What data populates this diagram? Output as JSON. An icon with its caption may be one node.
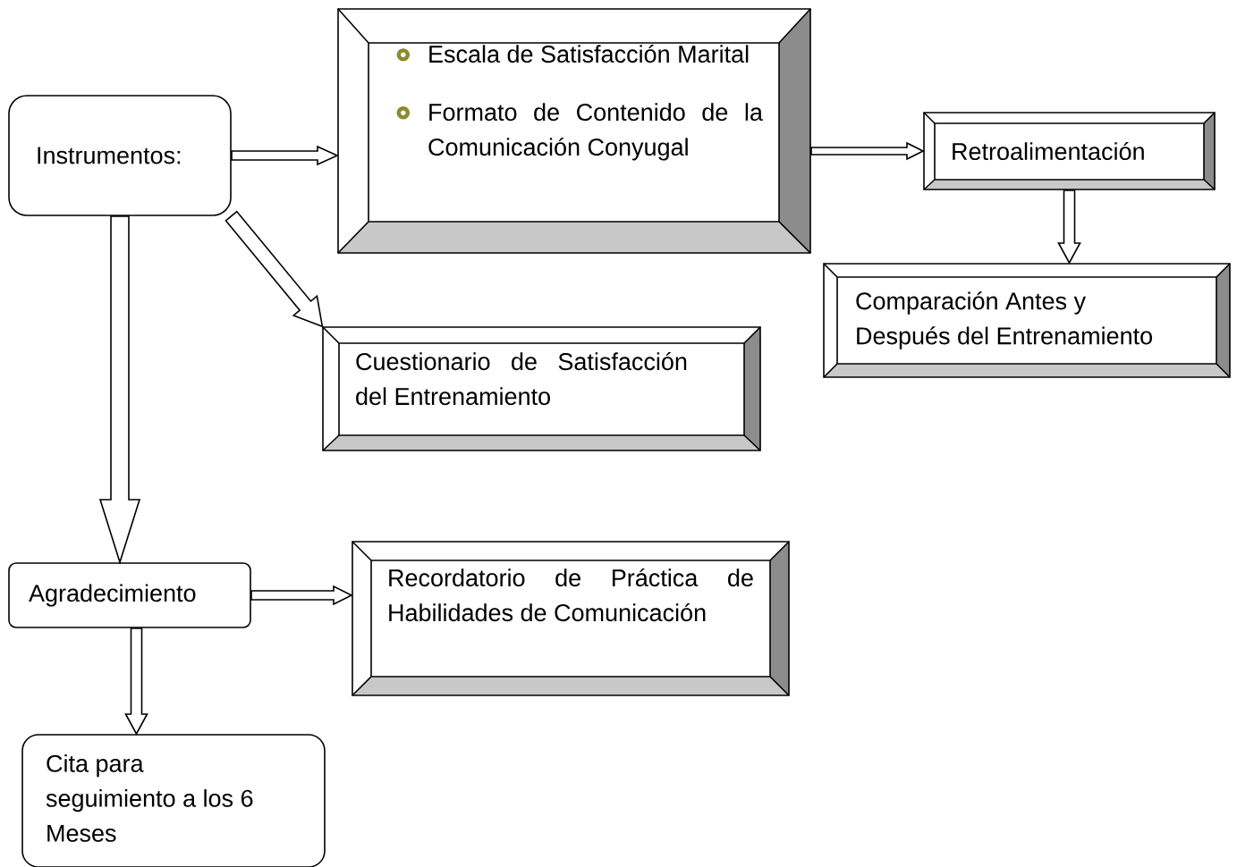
{
  "diagram": {
    "nodes": [
      {
        "text": [
          "Instrumentos:"
        ]
      },
      {
        "text": [
          "Escala de Satisfacción Marital",
          "Formato de Contenido de la Comunicación Conyugal"
        ]
      },
      {
        "text": [
          "Retroalimentación"
        ]
      },
      {
        "text": [
          "Comparación Antes y Después del Entrenamiento"
        ]
      },
      {
        "text": [
          "Cuestionario de Satisfacción del Entrenamiento"
        ]
      },
      {
        "text": [
          "Agradecimiento"
        ]
      },
      {
        "text": [
          "Recordatorio de Práctica de Habilidades de Comunicación"
        ]
      },
      {
        "text": [
          "Cita para seguimiento a los 6 Meses"
        ]
      }
    ],
    "edges": [
      {
        "from": 0,
        "to": 1,
        "arrow": "to"
      },
      {
        "from": 1,
        "to": 2,
        "arrow": "to"
      },
      {
        "from": 2,
        "to": 3,
        "arrow": "to"
      },
      {
        "from": 0,
        "to": 4,
        "arrow": "to"
      },
      {
        "from": 0,
        "to": 5,
        "arrow": "to"
      },
      {
        "from": 5,
        "to": 6,
        "arrow": "to"
      },
      {
        "from": 5,
        "to": 7,
        "arrow": "to"
      }
    ]
  }
}
